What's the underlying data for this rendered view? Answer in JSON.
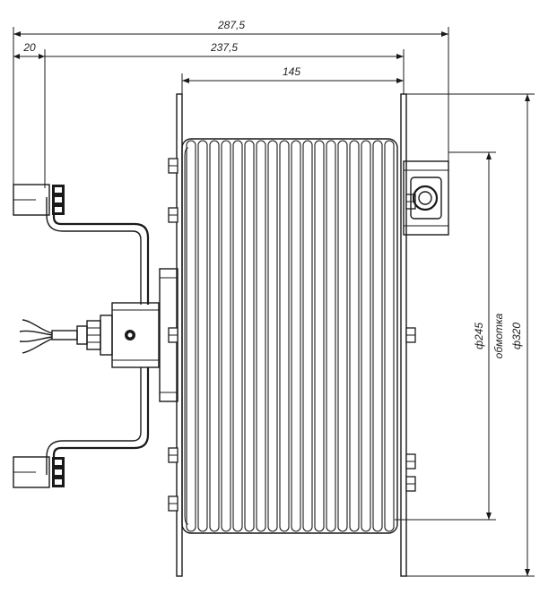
{
  "drawing": {
    "dimensions": {
      "overall_width": "287,5",
      "left_offset": "20",
      "body_width": "237,5",
      "coil_width": "145",
      "coil_diameter": "ф245",
      "winding_label": "обмотка",
      "flange_diameter": "ф320"
    }
  }
}
